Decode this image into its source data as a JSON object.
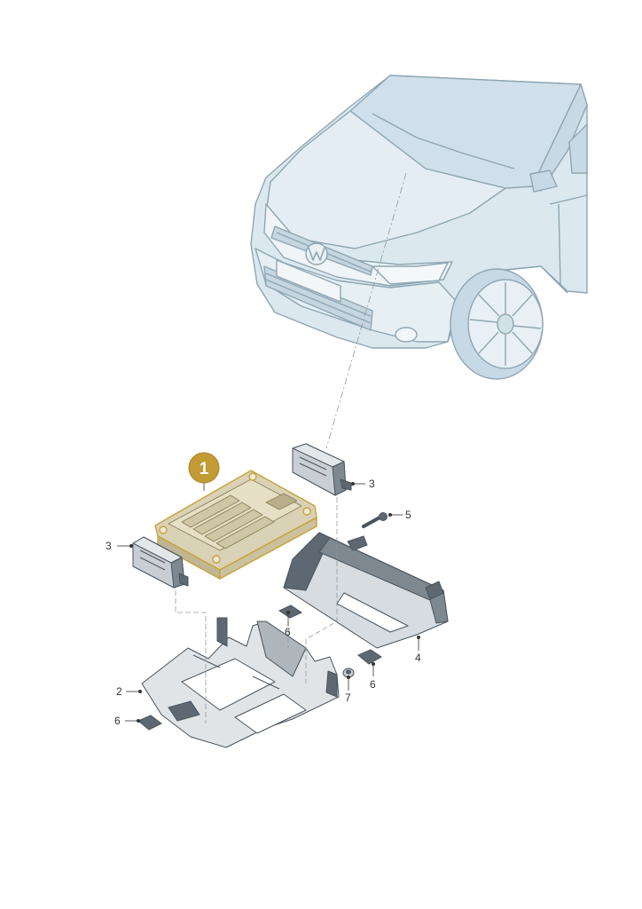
{
  "colors": {
    "background": "#ffffff",
    "car_body": "#dbe8f0",
    "car_outline": "#8fa6b3",
    "part_fill": "#d6dce0",
    "part_dark": "#5d6872",
    "part_outline": "#4a545c",
    "highlight_fill": "#d9d2b6",
    "highlight_outline": "#c9a23a",
    "badge": "#c39b34",
    "callout_text": "#333333"
  },
  "highlighted_part": {
    "number": "1"
  },
  "callouts": {
    "c3_right": "3",
    "c3_left": "3",
    "c5": "5",
    "c4": "4",
    "c2": "2",
    "c6_top": "6",
    "c6_right": "6",
    "c6_left": "6",
    "c7": "7"
  }
}
